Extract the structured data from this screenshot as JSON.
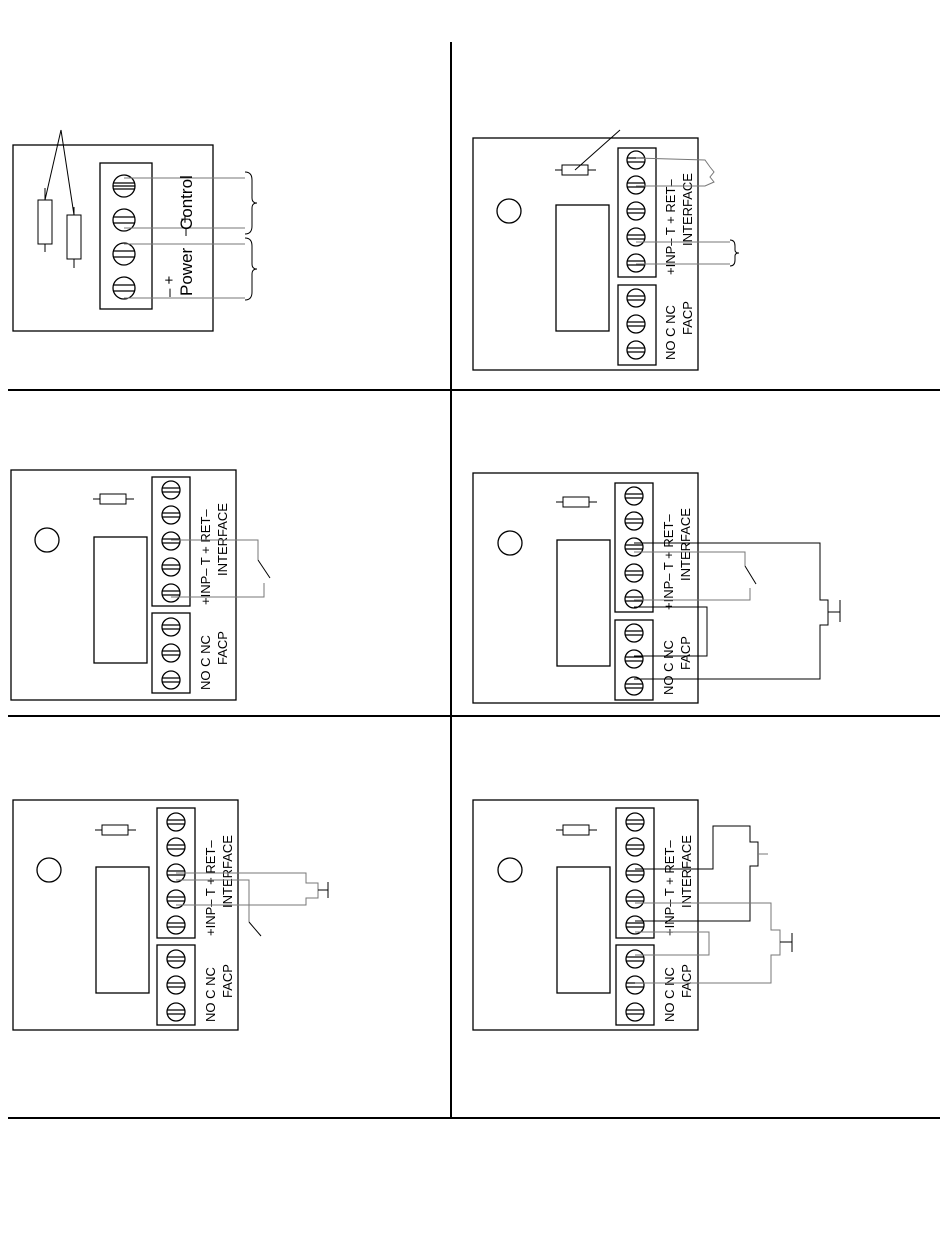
{
  "panel1": {
    "control_label": "Control",
    "control_signs": "–   +",
    "power_label": "Power",
    "power_signs": "–   +"
  },
  "interface_module": {
    "interface_label": "INTERFACE",
    "interface_terminals": "+INP–  T  + RET–",
    "facp_label": "FACP",
    "facp_terminals": "NO  C   NC"
  }
}
